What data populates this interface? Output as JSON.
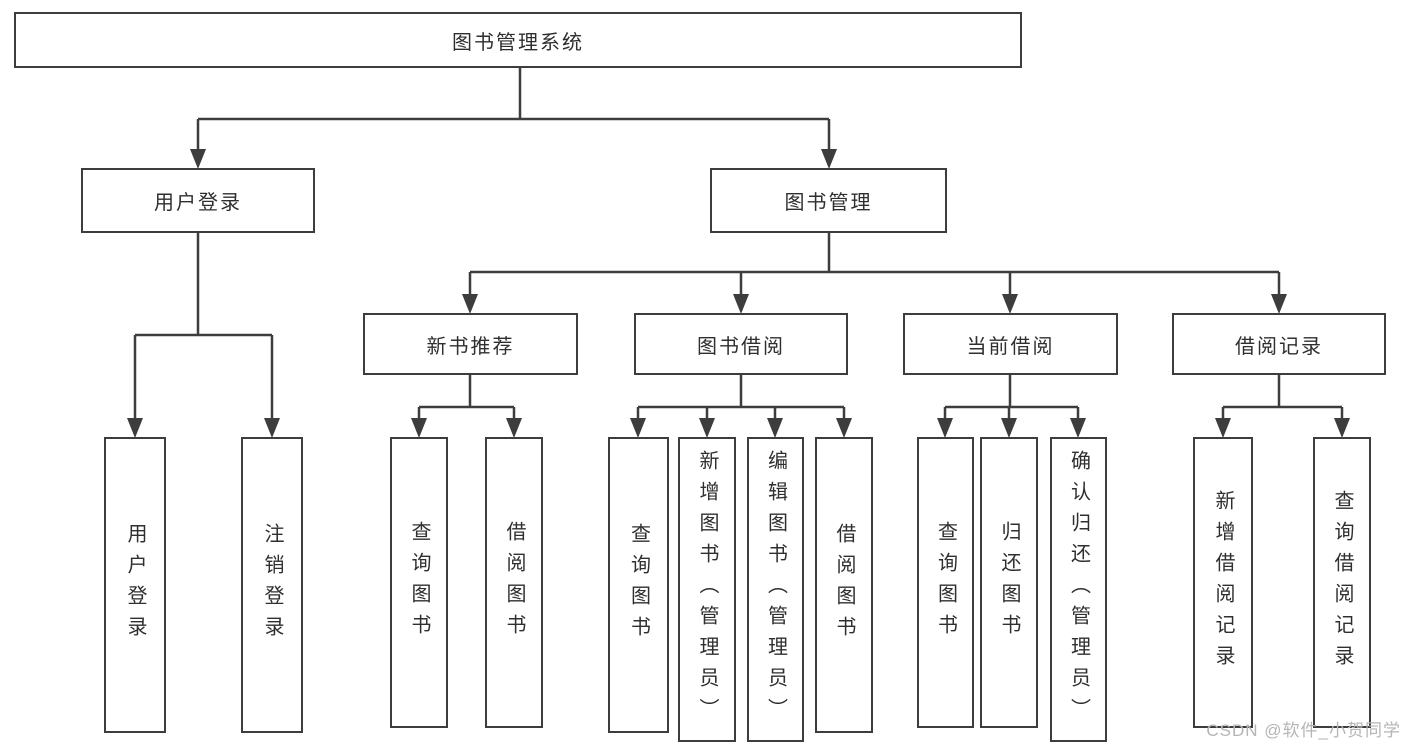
{
  "tree": {
    "root": {
      "label": "图书管理系统"
    },
    "login": {
      "label": "用户登录",
      "children": [
        {
          "label": "用户登录"
        },
        {
          "label": "注销登录"
        }
      ]
    },
    "manage": {
      "label": "图书管理"
    },
    "recommend": {
      "label": "新书推荐",
      "children": [
        {
          "label": "查询图书"
        },
        {
          "label": "借阅图书"
        }
      ]
    },
    "borrow": {
      "label": "图书借阅",
      "children": [
        {
          "label": "查询图书"
        },
        {
          "label": "新增图书（管理员）"
        },
        {
          "label": "编辑图书（管理员）"
        },
        {
          "label": "借阅图书"
        }
      ]
    },
    "current": {
      "label": "当前借阅",
      "children": [
        {
          "label": "查询图书"
        },
        {
          "label": "归还图书"
        },
        {
          "label": "确认归还（管理员）"
        }
      ]
    },
    "records": {
      "label": "借阅记录",
      "children": [
        {
          "label": "新增借阅记录"
        },
        {
          "label": "查询借阅记录"
        }
      ]
    }
  },
  "watermark": {
    "text": "CSDN @软件_小贺同学"
  },
  "colors": {
    "line": "#3d3d3d",
    "text": "#2f2f2f",
    "background": "#ffffff",
    "watermark": "#b5b5b5"
  }
}
